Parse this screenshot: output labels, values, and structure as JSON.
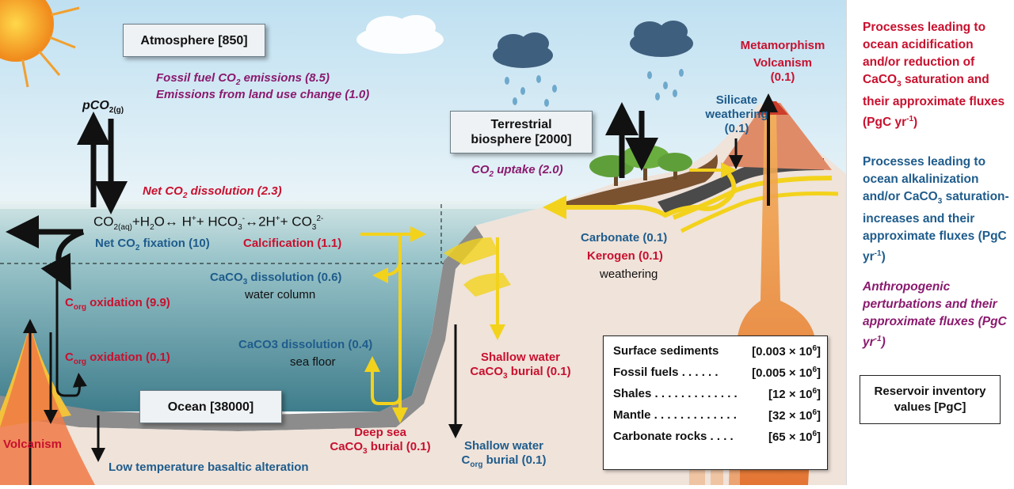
{
  "reservoirs": {
    "atmosphere": "Atmosphere [850]",
    "terrestrial_line1": "Terrestrial",
    "terrestrial_line2": "biosphere [2000]",
    "ocean": "Ocean [38000]"
  },
  "anthropogenic": {
    "fossil_fuel": "Fossil fuel CO",
    "fossil_fuel_sub": "2",
    "fossil_fuel_rest": " emissions (8.5)",
    "land_use": "Emissions from land use change (1.0)",
    "co2_uptake_pre": "CO",
    "co2_uptake_sub": "2",
    "co2_uptake_rest": " uptake (2.0)"
  },
  "labels": {
    "pco2": "pCO",
    "pco2_sub": "2(g)",
    "net_dissolution_pre": "Net CO",
    "net_dissolution_sub": "2",
    "net_dissolution_rest": " dissolution (2.3)",
    "net_fixation_pre": "Net CO",
    "net_fixation_sub": "2",
    "net_fixation_rest": " fixation (10)",
    "calcification": "Calcification (1.1)",
    "caco3_dissolution_wc_pre": "CaCO",
    "caco3_dissolution_wc_sub": "3",
    "caco3_dissolution_wc_rest": " dissolution (0.6)",
    "water_column": "water column",
    "corg_oxidation_1_pre": "C",
    "corg_oxidation_1_sub": "org",
    "corg_oxidation_1_rest": " oxidation (9.9)",
    "corg_oxidation_2_pre": "C",
    "corg_oxidation_2_sub": "org",
    "corg_oxidation_2_rest": " oxidation (0.1)",
    "caco3_dissolution_sf": "CaCO3  dissolution (0.4)",
    "sea_floor": "sea floor",
    "deep_sea_1": "Deep sea",
    "deep_sea_2_pre": "CaCO",
    "deep_sea_2_sub": "3",
    "deep_sea_2_rest": " burial (0.1)",
    "shallow_caco3_1": "Shallow water",
    "shallow_caco3_2_pre": "CaCO",
    "shallow_caco3_2_sub": "3",
    "shallow_caco3_2_rest": " burial (0.1)",
    "shallow_corg_1": "Shallow water",
    "shallow_corg_2_pre": "C",
    "shallow_corg_2_sub": "org",
    "shallow_corg_2_rest": " burial (0.1)",
    "volcanism_left": "Volcanism",
    "low_temp": "Low temperature basaltic alteration",
    "carbonate": "Carbonate (0.1)",
    "kerogen": "Kerogen (0.1)",
    "weathering": "weathering",
    "silicate_1": "Silicate",
    "silicate_2": "weathering",
    "silicate_3": "(0.1)",
    "metamorphism": "Metamorphism",
    "volcanism_right": "Volcanism",
    "volcanism_right_val": "(0.1)"
  },
  "equation": {
    "co2": "CO",
    "co2_sub": "2(aq)",
    "plus_h2o": "+H",
    "h2o_sub": "2",
    "o_arrow": "O↔ H",
    "hplus_sup": "+",
    "plus_hco": "+ HCO",
    "hco_sub": "3",
    "hco_sup": "-",
    "arrow_2h": "↔2H",
    "h2_sup": "+",
    "plus_co3": "+ CO",
    "co3_sub": "3",
    "co3_sup": "2-"
  },
  "inventory": {
    "rows": [
      {
        "name": "Surface sediments",
        "value": "[0.003 × 10",
        "exp": "6",
        "close": "]"
      },
      {
        "name": "Fossil fuels . . . . . .",
        "value": "[0.005 × 10",
        "exp": "6",
        "close": "]"
      },
      {
        "name": "Shales . . . . . . . . . . . . .",
        "value": "[12 × 10",
        "exp": "6",
        "close": "]"
      },
      {
        "name": "Mantle . . . . . . . . . . . . .",
        "value": "[32 × 10",
        "exp": "6",
        "close": "]"
      },
      {
        "name": "Carbonate rocks . . . .",
        "value": "[65 × 10",
        "exp": "6",
        "close": "]"
      }
    ]
  },
  "legend": {
    "acid_pre": "Processes leading to ocean acidification and/or reduction of CaCO",
    "acid_sub": "3",
    "acid_rest": " saturation and their approximate fluxes (PgC yr",
    "acid_sup": "-1",
    "acid_close": ")",
    "alk_pre": "Processes leading to ocean alkalinization and/or CaCO",
    "alk_sub": "3",
    "alk_rest": " saturation-increases and their approximate fluxes (PgC yr",
    "alk_sup": "-1",
    "alk_close": ")",
    "anthro_pre": "Anthropogenic perturbations and their approximate fluxes (PgC yr",
    "anthro_sup": "-1",
    "anthro_close": ")",
    "reservoir_box": "Reservoir inventory values [PgC]"
  },
  "colors": {
    "sky_top": "#cfe6f3",
    "ocean": "#6aa6b3",
    "deep_ocean": "#3f7d8c",
    "land": "#efe3da",
    "magma": "#e8742a",
    "flux_yellow": "#f3d21c",
    "red": "#c8102e",
    "blue": "#1f5c8c",
    "purple": "#8a1a6e"
  }
}
